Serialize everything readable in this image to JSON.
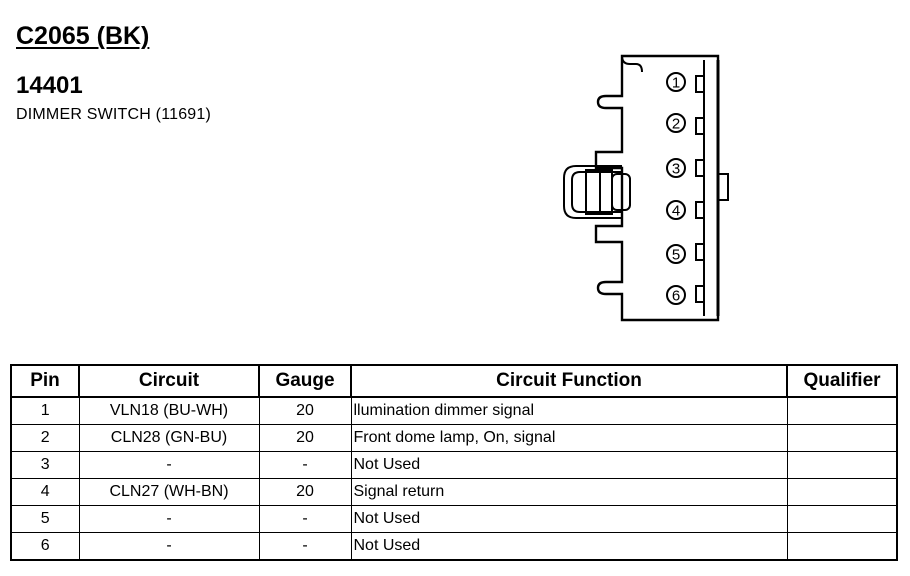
{
  "header": {
    "connector_id": "C2065 (BK)",
    "part_number": "14401",
    "description": "DIMMER SWITCH (11691)"
  },
  "connector_diagram": {
    "pin_labels": [
      "1",
      "2",
      "3",
      "4",
      "5",
      "6"
    ]
  },
  "pin_table": {
    "columns": [
      "Pin",
      "Circuit",
      "Gauge",
      "Circuit Function",
      "Qualifier"
    ],
    "rows": [
      {
        "pin": "1",
        "circuit": "VLN18 (BU-WH)",
        "gauge": "20",
        "function": "llumination dimmer signal",
        "qualifier": ""
      },
      {
        "pin": "2",
        "circuit": "CLN28 (GN-BU)",
        "gauge": "20",
        "function": "Front dome lamp, On, signal",
        "qualifier": ""
      },
      {
        "pin": "3",
        "circuit": "-",
        "gauge": "-",
        "function": "Not Used",
        "qualifier": ""
      },
      {
        "pin": "4",
        "circuit": "CLN27 (WH-BN)",
        "gauge": "20",
        "function": "Signal return",
        "qualifier": ""
      },
      {
        "pin": "5",
        "circuit": "-",
        "gauge": "-",
        "function": "Not Used",
        "qualifier": ""
      },
      {
        "pin": "6",
        "circuit": "-",
        "gauge": "-",
        "function": "Not Used",
        "qualifier": ""
      }
    ]
  }
}
